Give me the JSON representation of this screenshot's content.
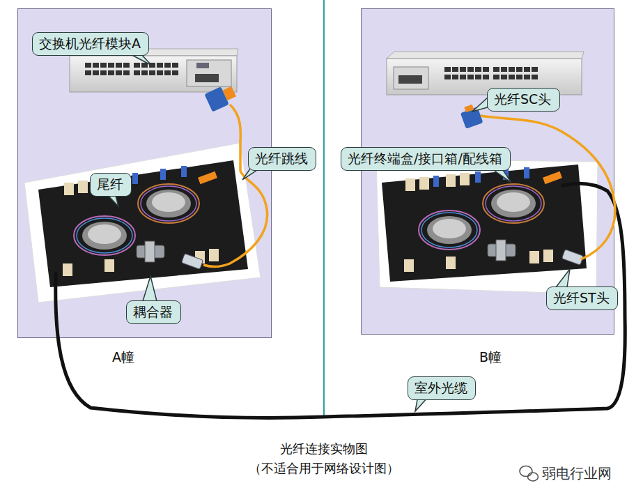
{
  "diagram": {
    "caption": "光纤连接实物图 （不适合用于网络设计图）",
    "nodes": [
      {
        "text": [
          "A幢"
        ]
      },
      {
        "text": [
          "交换机光纤模块A"
        ],
        "in": 0
      },
      {
        "text": [
          "光纤跳线"
        ],
        "in": 0
      },
      {
        "text": [
          "尾纤"
        ],
        "in": 0
      },
      {
        "text": [
          "耦合器"
        ],
        "in": 0
      },
      {
        "text": [
          "B幢"
        ]
      },
      {
        "text": [
          "光纤SC头"
        ],
        "in": 5
      },
      {
        "text": [
          "光纤终端盒/接口箱/配线箱"
        ],
        "in": 5
      },
      {
        "text": [
          "光纤ST头"
        ],
        "in": 5
      },
      {
        "text": [
          "室外光缆"
        ]
      }
    ],
    "labels": [
      "弱电行业网"
    ]
  }
}
